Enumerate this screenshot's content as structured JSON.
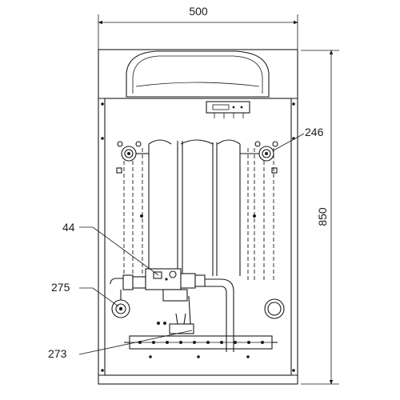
{
  "dimensions": {
    "width_label": "500",
    "height_label": "850"
  },
  "callouts": [
    {
      "id": "c246",
      "label": "246"
    },
    {
      "id": "c44",
      "label": "44"
    },
    {
      "id": "c275",
      "label": "275"
    },
    {
      "id": "c273",
      "label": "273"
    }
  ],
  "colors": {
    "line": "#1a1a1a",
    "background": "#ffffff"
  }
}
